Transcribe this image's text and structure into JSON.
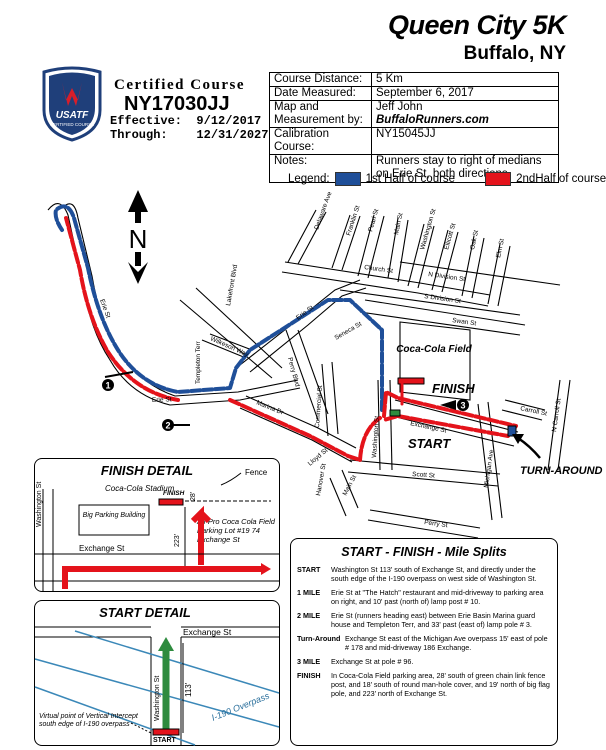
{
  "header": {
    "title": "Queen City 5K",
    "city": "Buffalo, NY"
  },
  "certificate": {
    "org": "USATF",
    "org_sub": "CERTIFIED COURSE",
    "heading": "Certified Course",
    "number": "NY17030JJ",
    "effective_label": "Effective:",
    "effective_date": "9/12/2017",
    "through_label": "Through:",
    "through_date": "12/31/2027"
  },
  "info_table": [
    {
      "label": "Course Distance:",
      "value": "5 Km"
    },
    {
      "label": "Date Measured:",
      "value": "September 6, 2017"
    },
    {
      "label": "Map and Measurement by:",
      "value": "Jeff John",
      "value2": "BuffaloRunners.com"
    },
    {
      "label": "Calibration Course:",
      "value": "NY15045JJ"
    },
    {
      "label": "Notes:",
      "value": "Runners stay to right of medians on Erie St, both directions"
    }
  ],
  "legend": {
    "label": "Legend:",
    "first": "1st Half of course",
    "second": "2ndHalf of course",
    "first_color": "#1f4f99",
    "second_color": "#e4131b"
  },
  "map": {
    "north": "N",
    "streets": {
      "delaware": "Delaware Ave",
      "franklin": "Franklin St",
      "pearl": "Pearl St",
      "main": "Main St",
      "washington": "Washington St",
      "ellicott": "Ellicott St",
      "oak": "Oak St",
      "elm": "Elm St",
      "church": "Church St",
      "ndivision": "N Division St",
      "sdivision": "S Division St",
      "swan": "Swan St",
      "lakefront": "Lakefront Blvd",
      "erie": "Erie St",
      "erie2": "Erie St",
      "erie3": "Erie St",
      "seneca": "Seneca St",
      "perry_blvd": "Perry Blvd",
      "marina": "Marina Dr",
      "commercial": "Commercial St",
      "templeton": "Templeton Terr",
      "lloyd": "Lloyd St",
      "hanover": "Hanover St",
      "exchange": "Exchange St",
      "scott": "Scott St",
      "perry": "Perry St",
      "michigan": "Michigan Ave",
      "carroll": "Carroll St",
      "ncarroll": "N Carroll St",
      "wilkeson": "Wilkeson Way",
      "main2": "Main St",
      "washington2": "Washington St"
    },
    "labels": {
      "field": "Coca-Cola Field",
      "finish": "FINISH",
      "start": "START",
      "turn": "TURN-AROUND"
    },
    "markers": [
      "1",
      "2",
      "3"
    ]
  },
  "finish_detail": {
    "title": "FINISH  DETAIL",
    "fence": "Fence",
    "stadium": "Coca-Cola Stadium",
    "finish": "FINISH",
    "d28": "28'",
    "d223": "223'",
    "washington": "Washington St",
    "building": "Big Parking Building",
    "lot": "All-Pro Coca Cola Field Parking Lot #19 74 Exchange St",
    "exchange": "Exchange St"
  },
  "start_detail": {
    "title": "START  DETAIL",
    "exchange": "Exchange St",
    "washington": "Washington St",
    "d113": "113'",
    "overpass": "I-190 Overpass",
    "note": "Virtual point of Vertical Intercept south edge of I-190 overpass",
    "start": "START"
  },
  "splits": {
    "title": "START - FINISH - Mile Splits",
    "rows": [
      {
        "k": "START",
        "v": "Washington St 113' south of Exchange St, and directly under the south edge of the I-190 overpass on west side of Washington St."
      },
      {
        "k": "1 MILE",
        "v": "Erie St at \"The Hatch\" restaurant and mid-driveway to parking area on right, and 10' past (north of) lamp post # 10."
      },
      {
        "k": "2 MILE",
        "v": "Erie St (runners heading east) between Erie Basin Marina guard house and Templeton Terr, and 33' past (east of) lamp pole # 3."
      },
      {
        "k": "Turn-Around",
        "v": "Exchange St east of the Michigan Ave overpass 15' east of pole # 178 and mid-driveway 186 Exchange."
      },
      {
        "k": "3 MILE",
        "v": "Exchange St at pole # 96."
      },
      {
        "k": "FINISH",
        "v": "In Coca-Cola Field parking area, 28' south of green chain link fence post, and 18' south of round man-hole cover, and 19' north of big flag pole, and 223' north of Exchange St."
      }
    ]
  }
}
